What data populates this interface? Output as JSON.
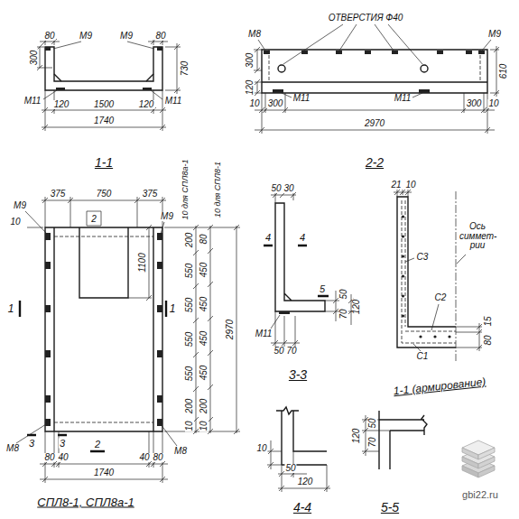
{
  "diagram": {
    "labels": [
      "80",
      "М9",
      "М9",
      "80",
      "300",
      "730",
      "М11",
      "120",
      "1500",
      "120",
      "М11",
      "1740",
      "1-1",
      "М8",
      "ОТВЕРСТИЯ Ф40",
      "М9",
      "300",
      "120",
      "610",
      "10",
      "М11",
      "300",
      "М11",
      "300",
      "10",
      "2970",
      "2-2",
      "375",
      "750",
      "375",
      "2",
      "М9",
      "10",
      "1100",
      "1",
      "1",
      "10 для СПЛ8а-1",
      "10 для СПЛ8-1",
      "200",
      "80",
      "550",
      "450",
      "550",
      "450",
      "550",
      "450",
      "550",
      "450",
      "200",
      "200",
      "10",
      "10",
      "2970",
      "М9",
      "М8",
      "3",
      "3",
      "2",
      "80",
      "40",
      "40",
      "80",
      "1740",
      "М8",
      "СПЛ8-1, СПЛ8а-1",
      "50",
      "30",
      "4",
      "4",
      "5",
      "М11",
      "50",
      "70",
      "50",
      "70",
      "120",
      "3-3",
      "21",
      "10",
      "С3",
      "Ось симмет- рии",
      "С2",
      "15",
      "80",
      "С1",
      "1-1 (армирование)",
      "10",
      "50",
      "120",
      "4-4",
      "120",
      "50",
      "70",
      "5-5",
      "gbi22.ru"
    ]
  }
}
